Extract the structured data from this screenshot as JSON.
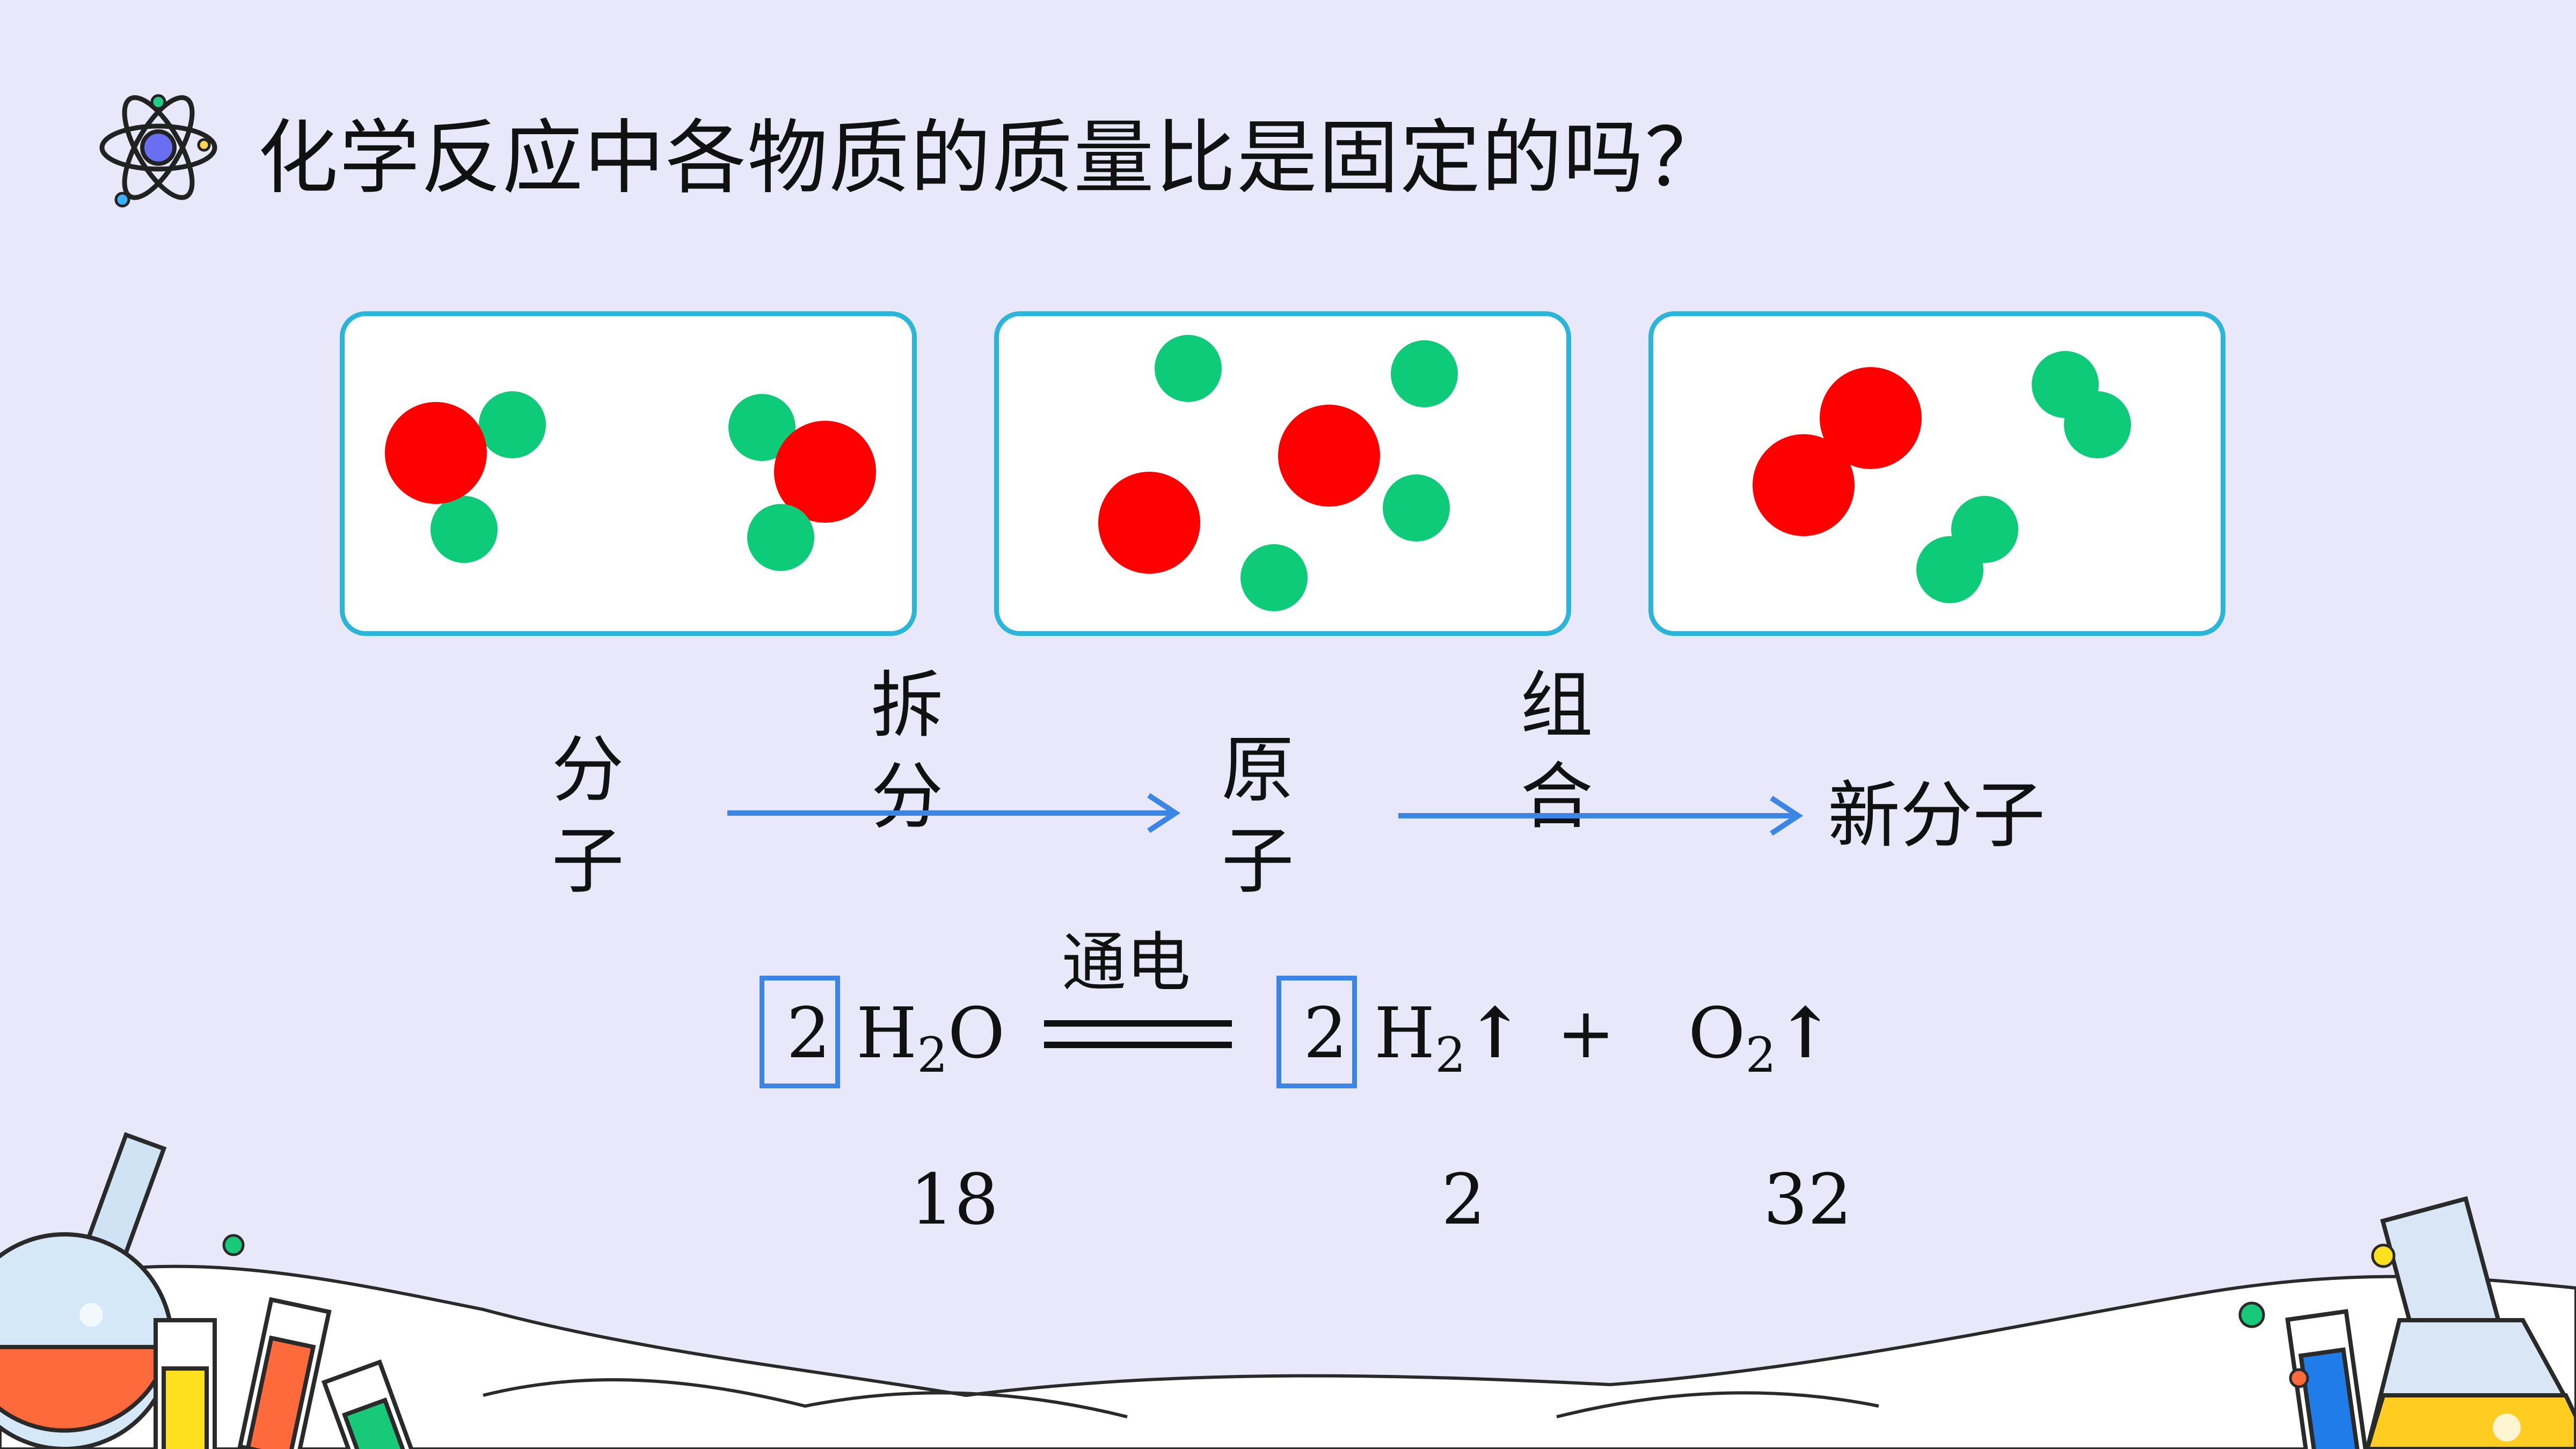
{
  "title": "化学反应中各物质的质量比是固定的吗？",
  "colors": {
    "background": "#e8e8fa",
    "panel_border": "#2bb5d8",
    "red_atom": "#ff0000",
    "green_atom": "#0ecb7a",
    "arrow": "#3b85e5"
  },
  "process": {
    "stage1": "分子",
    "step1": "拆分",
    "stage2": "原子",
    "step2": "组合",
    "stage3": "新分子"
  },
  "equation": {
    "coef1": "2",
    "reactant": "H",
    "reactant_sub": "2",
    "reactant_tail": "O",
    "condition": "通电",
    "coef2": "2",
    "product1": "H",
    "product1_sub": "2",
    "plus": "+",
    "product2": "O",
    "product2_sub": "2",
    "gas_arrow": "↑"
  },
  "masses": {
    "water": "18",
    "hydrogen": "2",
    "oxygen": "32"
  }
}
